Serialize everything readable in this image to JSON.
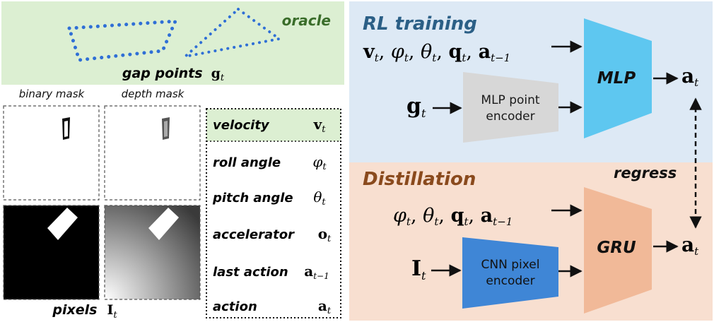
{
  "oracle": {
    "label": "oracle",
    "gap_points_label": "gap points",
    "gap_points_symbol": "g",
    "gap_points_sub": "t"
  },
  "masks": {
    "binary_label": "binary mask",
    "depth_label": "depth mask",
    "pixels_label": "pixels",
    "pixels_symbol": "I",
    "pixels_sub": "t"
  },
  "obs_table": {
    "rows": [
      {
        "label": "velocity",
        "sym": "v",
        "sub": "t"
      },
      {
        "label": "roll angle",
        "sym": "φ",
        "sub": "t"
      },
      {
        "label": "pitch angle",
        "sym": "θ",
        "sub": "t"
      },
      {
        "label": "accelerator",
        "sym": "o",
        "sub": "t"
      },
      {
        "label": "last action",
        "sym": "a",
        "sub": "t−1"
      },
      {
        "label": "action",
        "sym": "a",
        "sub": "t"
      }
    ]
  },
  "rl": {
    "title": "RL training",
    "input_main": "v, φ, θ, q, a",
    "input_g": "g",
    "encoder_line1": "MLP point",
    "encoder_line2": "encoder",
    "net_label": "MLP",
    "output": "a"
  },
  "distill": {
    "title": "Distillation",
    "input_main": "φ, θ, q, a",
    "input_I": "I",
    "encoder_line1": "CNN pixel",
    "encoder_line2": "encoder",
    "net_label": "GRU",
    "output": "a",
    "regress_label": "regress"
  },
  "colors": {
    "oracle_bg": "#dcefd2",
    "rl_bg": "#dde9f5",
    "distill_bg": "#f8dfd0",
    "mlp": "#5ec7f0",
    "mlp_point": "#d7d7d7",
    "gru": "#f1b998",
    "cnn": "#3f86d6",
    "title_blue": "#2b5f86",
    "title_brown": "#8a4a1d",
    "oracle_text": "#3a6d2a",
    "point_blue": "#2f6fd6"
  }
}
